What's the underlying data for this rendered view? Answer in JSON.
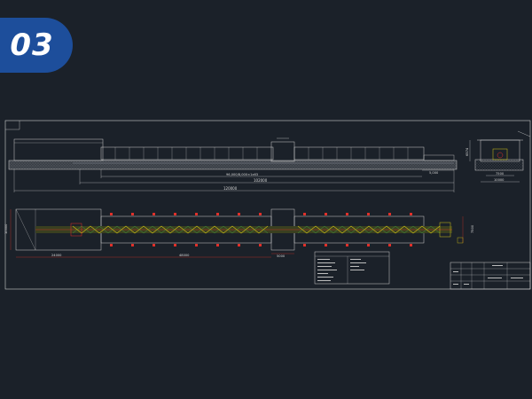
{
  "badge": {
    "number": "03",
    "color": "#1d4e9b"
  },
  "drawing": {
    "line_color": "#d9d9d9",
    "accent_red": "#e0302a",
    "accent_yellow": "#d4c414",
    "accent_green": "#3fa040",
    "elevation": {
      "dim_segments": "96,000/8,000×1x63",
      "dim_right": "5,000",
      "dim_mid": "102000",
      "dim_total": "120000"
    },
    "side_view": {
      "dim_height": "6574",
      "dim_width_inner": "7500",
      "dim_width_outer": "10000"
    },
    "plan": {
      "dim_left_height": "10000",
      "dim_left_length": "24000",
      "dim_mid_length": "48000",
      "dim_gap": "5000",
      "dim_right_height": "7500"
    }
  }
}
